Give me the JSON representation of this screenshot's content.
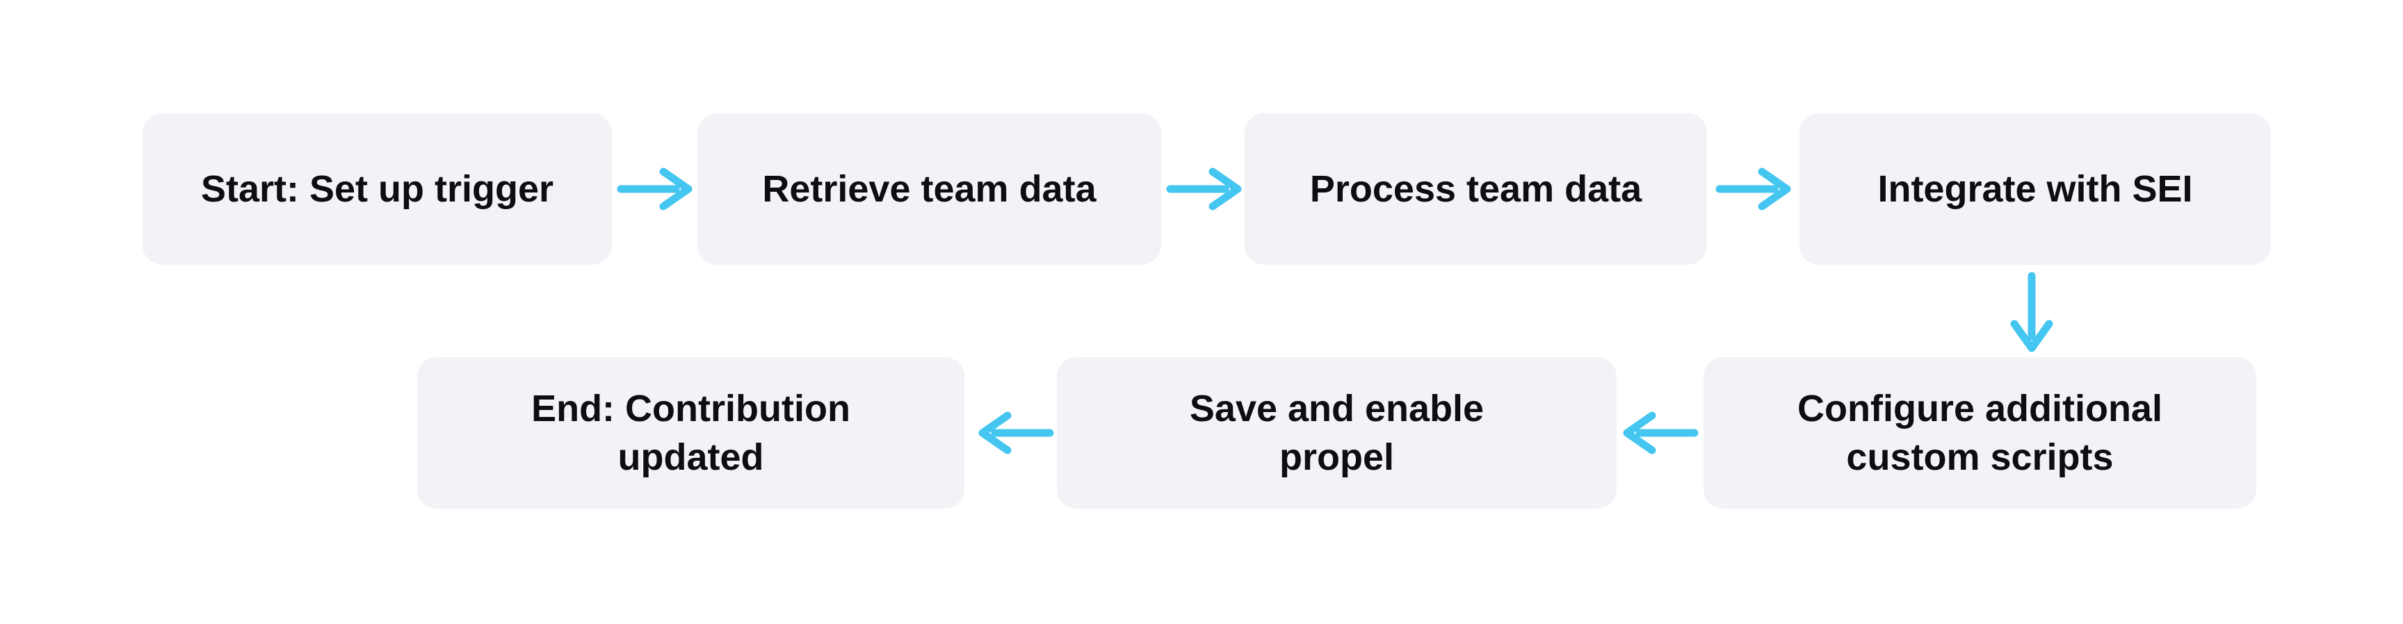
{
  "diagram": {
    "type": "flowchart",
    "direction": "left-to-right, wrapping to second row right-to-left",
    "nodes": [
      {
        "id": "start",
        "label": "Start: Set up trigger"
      },
      {
        "id": "retrieve",
        "label": "Retrieve team data"
      },
      {
        "id": "process",
        "label": "Process team data"
      },
      {
        "id": "integrate",
        "label": "Integrate with SEI"
      },
      {
        "id": "configure",
        "label": "Configure additional\ncustom scripts"
      },
      {
        "id": "save",
        "label": "Save and enable\npropel"
      },
      {
        "id": "end",
        "label": "End: Contribution\nupdated"
      }
    ],
    "edges": [
      {
        "from": "start",
        "to": "retrieve",
        "direction": "right"
      },
      {
        "from": "retrieve",
        "to": "process",
        "direction": "right"
      },
      {
        "from": "process",
        "to": "integrate",
        "direction": "right"
      },
      {
        "from": "integrate",
        "to": "configure",
        "direction": "down"
      },
      {
        "from": "configure",
        "to": "save",
        "direction": "left"
      },
      {
        "from": "save",
        "to": "end",
        "direction": "left"
      }
    ],
    "colors": {
      "background": "#ffffff",
      "node_fill": "#f2f3f7",
      "node_text": "#0d0d12",
      "arrow": "#45c6f0"
    }
  }
}
